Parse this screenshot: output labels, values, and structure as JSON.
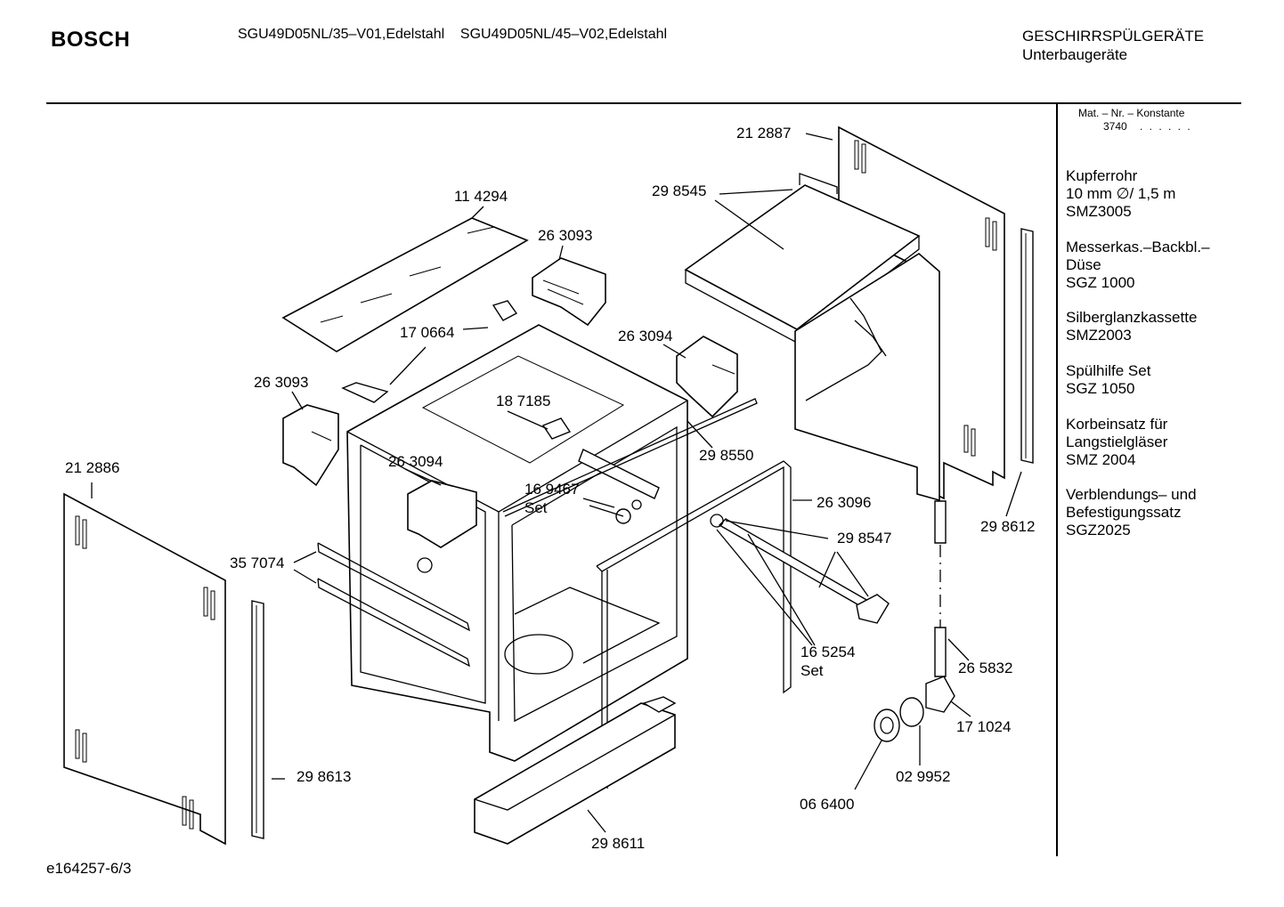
{
  "header": {
    "brand": "BOSCH",
    "models": "SGU49D05NL/35–V01,Edelstahl    SGU49D05NL/45–V02,Edelstahl",
    "category_line1": "GESCHIRRSPÜLGERÄTE",
    "category_line2": "Unterbaugeräte"
  },
  "sidebar": {
    "heading": "Mat. – Nr. – Konstante",
    "constant": "3740",
    "dots": ". . . . . .",
    "accessories": [
      {
        "line1": "Kupferrohr",
        "line2": "10 mm ∅/ 1,5 m",
        "line3": "SMZ3005"
      },
      {
        "line1": "Messerkas.–Backbl.–",
        "line2": "Düse",
        "line3": "SGZ 1000"
      },
      {
        "line1": "Silberglanzkassette",
        "line2": "SMZ2003",
        "line3": ""
      },
      {
        "line1": "Spülhilfe Set",
        "line2": "SGZ 1050",
        "line3": ""
      },
      {
        "line1": "Korbeinsatz für",
        "line2": "Langstielgläser",
        "line3": "SMZ 2004"
      },
      {
        "line1": "Verblendungs– und",
        "line2": "Befestigungssatz",
        "line3": "SGZ2025"
      }
    ]
  },
  "parts": {
    "p212887": "21 2887",
    "p298545": "29 8545",
    "p114294": "11 4294",
    "p263093a": "26 3093",
    "p170664": "17 0664",
    "p263094a": "26 3094",
    "p263093b": "26 3093",
    "p187185": "18 7185",
    "p298550": "29 8550",
    "p212886": "21 2886",
    "p263094b": "26 3094",
    "p169467": "16 9467",
    "p169467set": "Set",
    "p263096": "26 3096",
    "p298547": "29 8547",
    "p298612": "29 8612",
    "p357074": "35 7074",
    "p165254": "16 5254",
    "p165254set": "Set",
    "p265832": "26 5832",
    "p171024": "17 1024",
    "p298613": "29 8613",
    "p029952": "02 9952",
    "p066400": "06 6400",
    "p298611": "29 8611"
  },
  "footer": {
    "drawing_id": "e164257-6/3"
  }
}
